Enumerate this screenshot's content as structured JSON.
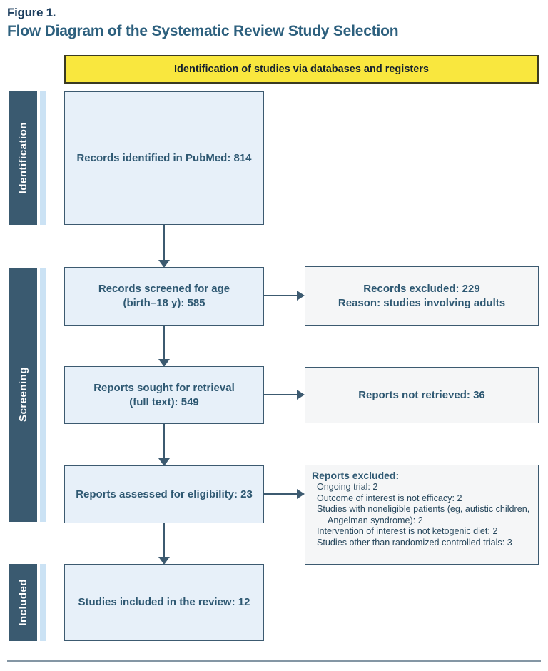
{
  "figure": {
    "label": "Figure 1.",
    "title": "Flow Diagram of the Systematic Review Study Selection"
  },
  "banner": "Identification of studies via databases and registers",
  "stages": {
    "identification": "Identification",
    "screening": "Screening",
    "included": "Included"
  },
  "main_boxes": [
    {
      "line1": "Records identified in PubMed: 814"
    },
    {
      "line1": "Records screened for age",
      "line2": "(birth–18 y): 585"
    },
    {
      "line1": "Reports sought for retrieval",
      "line2": "(full text): 549"
    },
    {
      "line1": "Reports assessed for eligibility: 23"
    },
    {
      "line1": "Studies included in the review: 12"
    }
  ],
  "side_boxes": [
    {
      "line1": "Records excluded: 229",
      "line2": "Reason: studies involving adults"
    },
    {
      "line1": "Reports not retrieved: 36"
    }
  ],
  "exclusion_box": {
    "heading": "Reports excluded:",
    "items": [
      "Ongoing trial: 2",
      "Outcome of interest is not efficacy: 2",
      "Studies with noneligible patients (eg, autistic children, Angelman syndrome): 2",
      "Intervention of interest is not ketogenic diet: 2",
      "Studies other than randomized controlled trials: 3"
    ]
  },
  "colors": {
    "accent_yellow": "#f9e73e",
    "dark_slate": "#3a5a70",
    "main_box_fill": "#e7f0f9",
    "side_box_fill": "#f5f6f7",
    "strip_blue": "#cbe2f4",
    "title_blue": "#2d607e",
    "text_teal": "#2e5872"
  }
}
